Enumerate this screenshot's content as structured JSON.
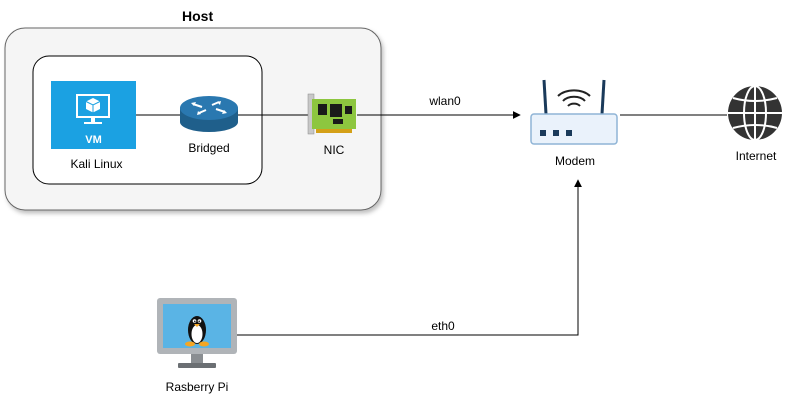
{
  "host": {
    "title": "Host"
  },
  "vm": {
    "badge": "VM",
    "label": "Kali Linux"
  },
  "bridged": {
    "label": "Bridged"
  },
  "nic": {
    "label": "NIC"
  },
  "modem": {
    "label": "Modem"
  },
  "internet": {
    "label": "Internet"
  },
  "raspberry": {
    "label": "Rasberry Pi"
  },
  "links": {
    "wlan": "wlan0",
    "eth": "eth0"
  },
  "colors": {
    "vm_blue": "#1ba1e2",
    "router_blue": "#2a6ea0",
    "nic_green": "#8dc63f",
    "monitor_gray": "#b0b4b8",
    "screen_blue": "#5ab4e5",
    "host_fill": "#f5f5f5"
  }
}
